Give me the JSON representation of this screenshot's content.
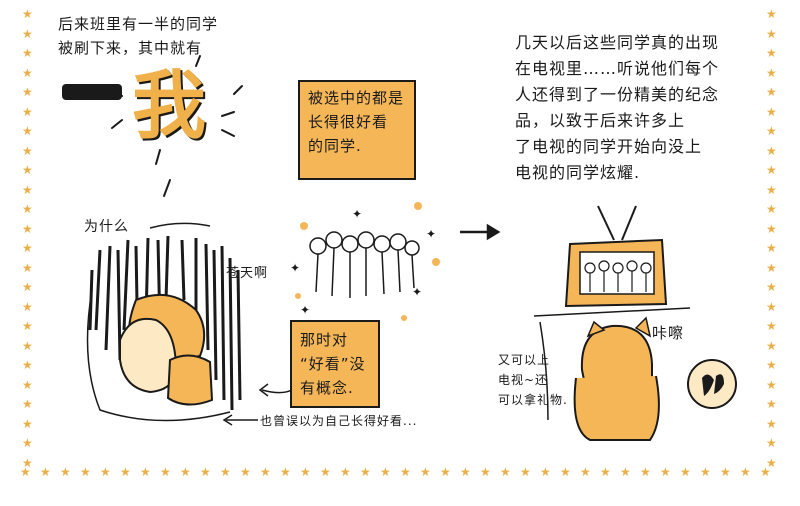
{
  "panel_left": {
    "intro_lines": [
      "后来班里有一半的同学",
      "被刷下来，其中就有"
    ],
    "big_char_1": "一",
    "big_char_2": "我",
    "why_label": "为什么",
    "god_label": "苍天啊",
    "mistake_label": "也曾误以为自己长得好看..."
  },
  "panel_middle": {
    "selected_box_lines": [
      "被选中的都是",
      "长得很好看",
      "的同学."
    ],
    "concept_box_lines": [
      "那时对",
      "“好看”没",
      "有概念."
    ]
  },
  "panel_right": {
    "story_lines": [
      "几天以后这些同学真的出现",
      "在电视里……听说他们每个",
      "人还得到了一份精美的纪念",
      "品，以致于后来许多上",
      "了电视的同学开始向没上",
      "电视的同学炫耀."
    ],
    "tv_gift_lines": [
      "又可以上",
      "电视~还",
      "可以拿礼物."
    ],
    "click_label": "咔嚓"
  },
  "colors": {
    "accent_orange": "#f5b657",
    "star": "#e9b04a",
    "ink": "#1a1a1a"
  }
}
